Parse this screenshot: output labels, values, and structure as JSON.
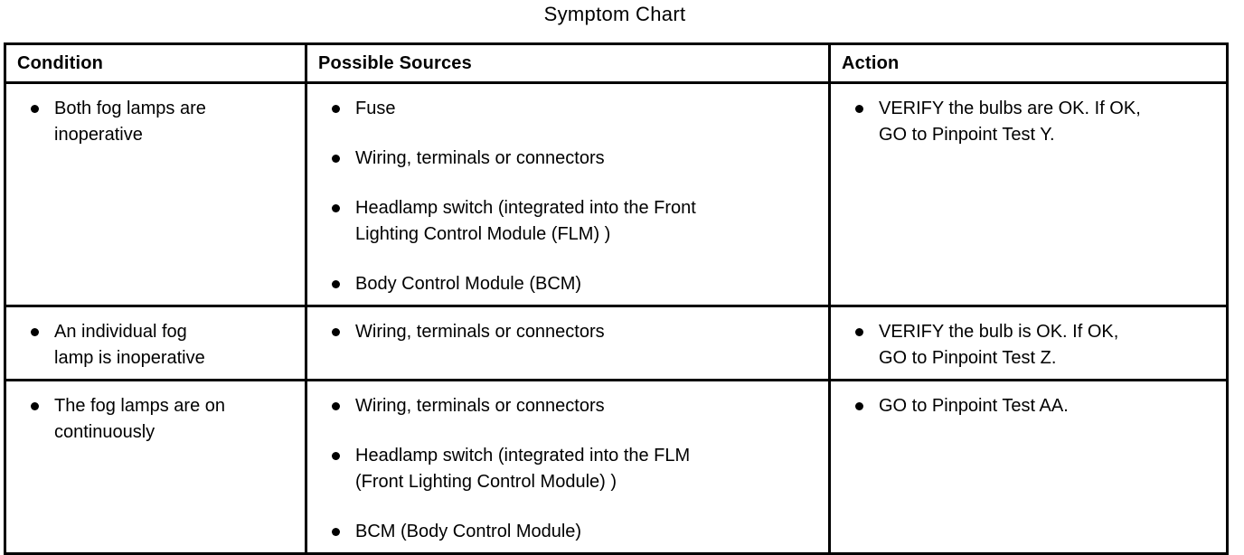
{
  "title": "Symptom Chart",
  "colors": {
    "text": "#000000",
    "background": "#ffffff",
    "border": "#000000"
  },
  "table": {
    "headers": [
      "Condition",
      "Possible Sources",
      "Action"
    ],
    "rows": [
      {
        "condition": "Both fog lamps are inoperative",
        "sources": [
          "Fuse",
          "Wiring, terminals or connectors",
          "Headlamp switch (integrated into the Front Lighting Control Module (FLM) )",
          "Body Control Module (BCM)"
        ],
        "actions": [
          "VERIFY the bulbs are OK. If OK, GO to Pinpoint Test Y."
        ]
      },
      {
        "condition": "An individual fog lamp is inoperative",
        "sources": [
          "Wiring, terminals or connectors"
        ],
        "actions": [
          "VERIFY the bulb is OK. If OK, GO to Pinpoint Test Z."
        ]
      },
      {
        "condition": "The fog lamps are on continuously",
        "sources": [
          "Wiring, terminals or connectors",
          "Headlamp switch (integrated into the FLM (Front Lighting Control Module) )",
          "BCM (Body Control Module)"
        ],
        "actions": [
          "GO to Pinpoint Test AA."
        ]
      }
    ]
  }
}
